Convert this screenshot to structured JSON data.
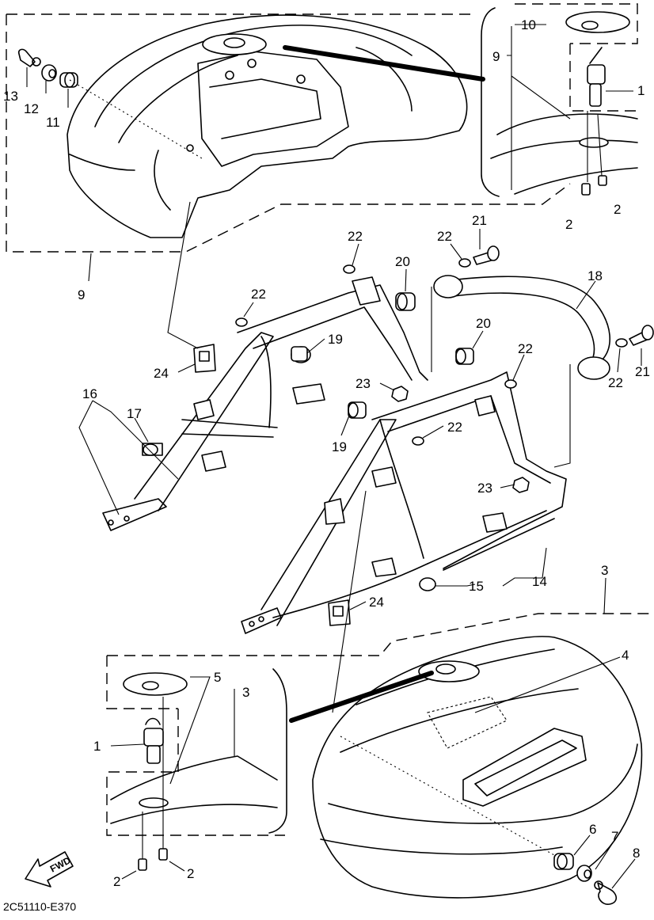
{
  "diagram_code": "2C51110-E370",
  "fwd_label": "FWD",
  "callouts": {
    "c13": "13",
    "c12": "12",
    "c11": "11",
    "c9a": "9",
    "c9b": "9",
    "c10": "10",
    "c1a": "1",
    "c2a": "2",
    "c2b": "2",
    "c21a": "21",
    "c22a": "22",
    "c22b": "22",
    "c20a": "20",
    "c18": "18",
    "c22c": "22",
    "c19a": "19",
    "c20b": "20",
    "c22d": "22",
    "c24a": "24",
    "c23a": "23",
    "c16": "16",
    "c17": "17",
    "c22e": "22",
    "c21b": "21",
    "c22f": "22",
    "c19b": "19",
    "c23b": "23",
    "c3a": "3",
    "c15": "15",
    "c14": "14",
    "c24b": "24",
    "c4": "4",
    "c5": "5",
    "c3b": "3",
    "c1b": "1",
    "c2c": "2",
    "c2d": "2",
    "c6": "6",
    "c7": "7",
    "c8": "8"
  }
}
